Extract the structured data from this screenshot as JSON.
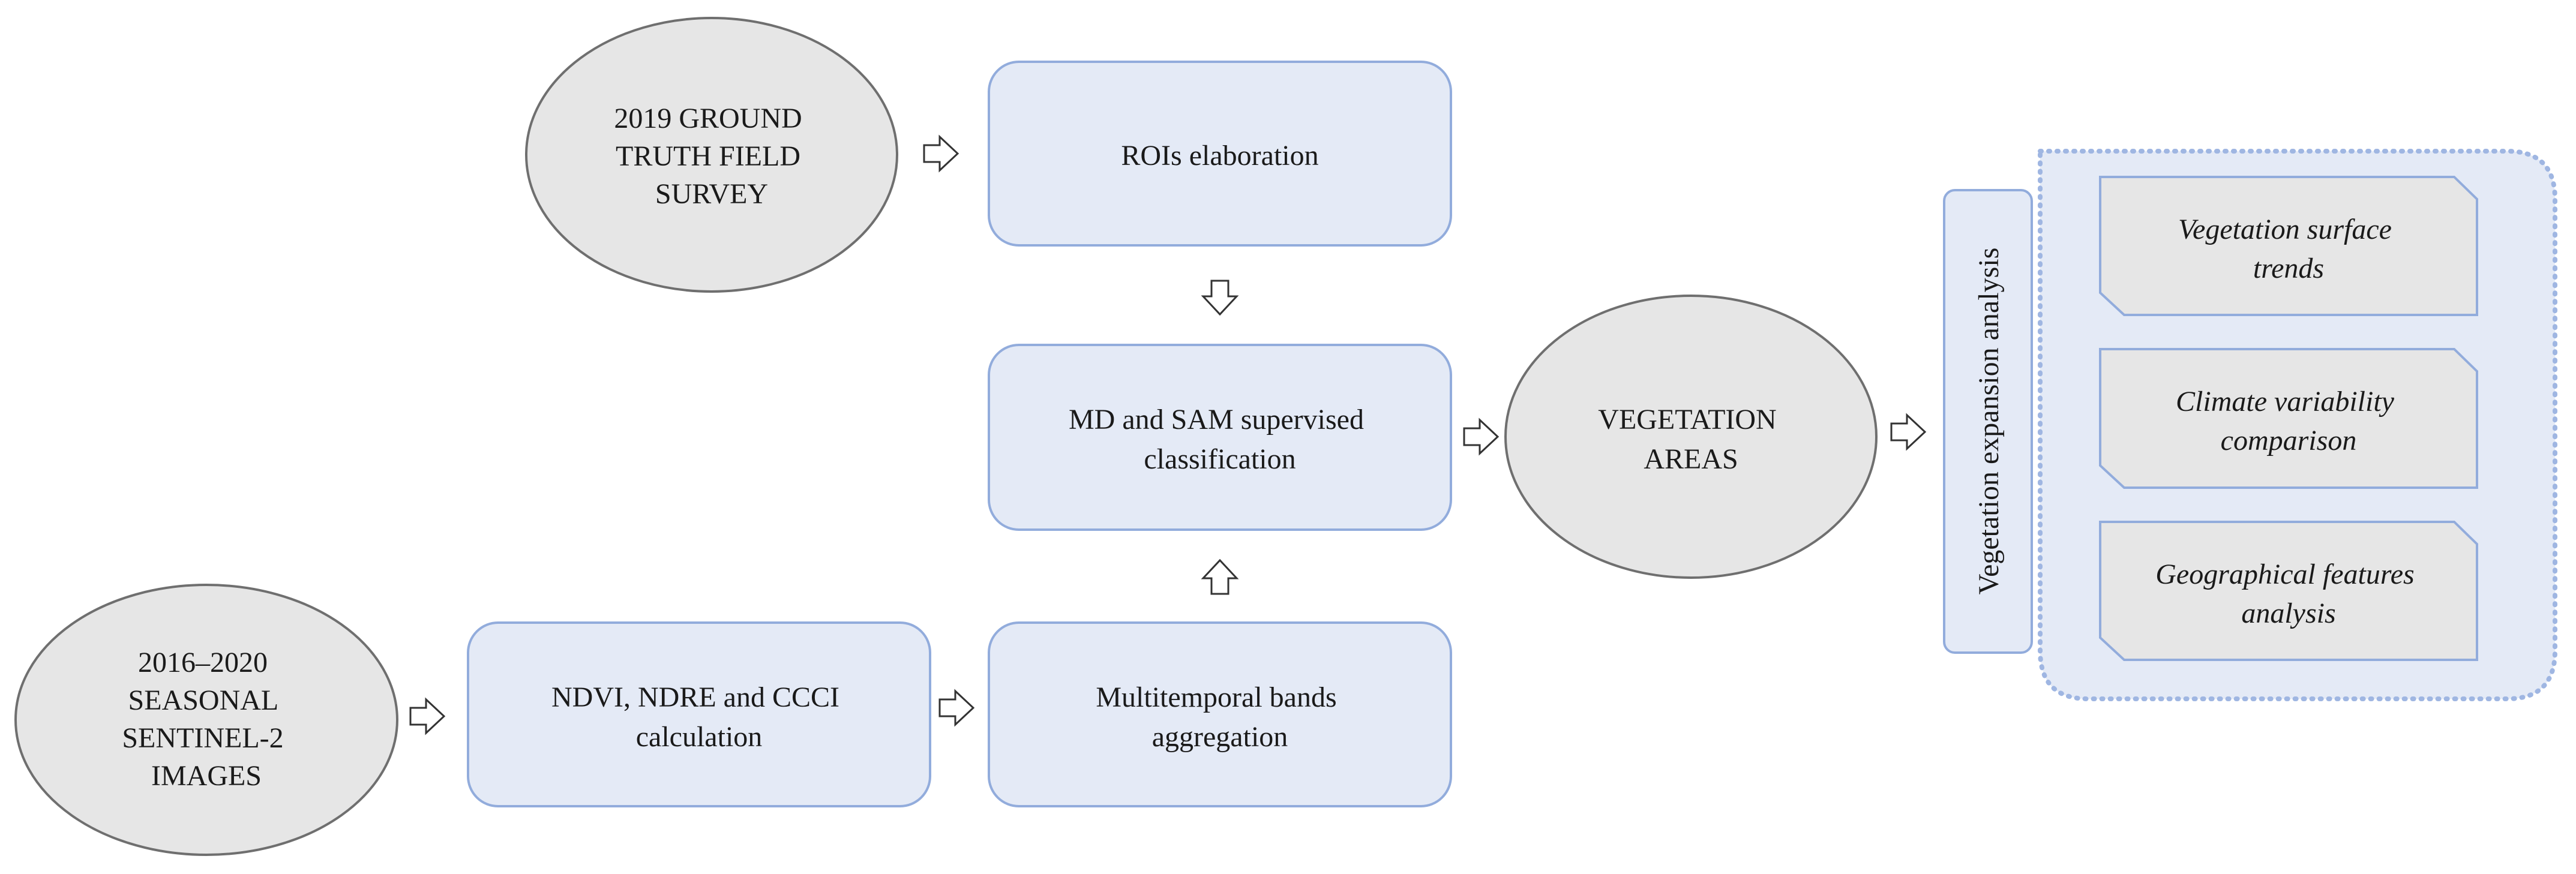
{
  "nodes": {
    "ground_truth": {
      "lines": [
        "2019 GROUND",
        "TRUTH FIELD",
        "SURVEY"
      ]
    },
    "seasonal_images": {
      "lines": [
        "2016–2020",
        "SEASONAL",
        "SENTINEL-2",
        "IMAGES"
      ]
    },
    "rois": {
      "lines": [
        "ROIs elaboration"
      ]
    },
    "classification": {
      "lines": [
        "MD and SAM supervised",
        "classification"
      ]
    },
    "indices": {
      "lines": [
        "NDVI, NDRE and CCCI",
        "calculation"
      ]
    },
    "aggregation": {
      "lines": [
        "Multitemporal bands",
        "aggregation"
      ]
    },
    "vegetation_areas": {
      "lines": [
        "VEGETATION",
        "AREAS"
      ]
    },
    "expansion_analysis": {
      "label": "Vegetation expansion analysis"
    },
    "surface_trends": {
      "lines": [
        "Vegetation surface",
        "trends"
      ]
    },
    "climate": {
      "lines": [
        "Climate variability",
        "comparison"
      ]
    },
    "geo_features": {
      "lines": [
        "Geographical features",
        "analysis"
      ]
    }
  },
  "colors": {
    "ellipse_fill": "#e6e6e6",
    "box_fill": "#e4eaf6",
    "box_stroke": "#92acdc",
    "panel_stroke": "#9fb6e2"
  }
}
